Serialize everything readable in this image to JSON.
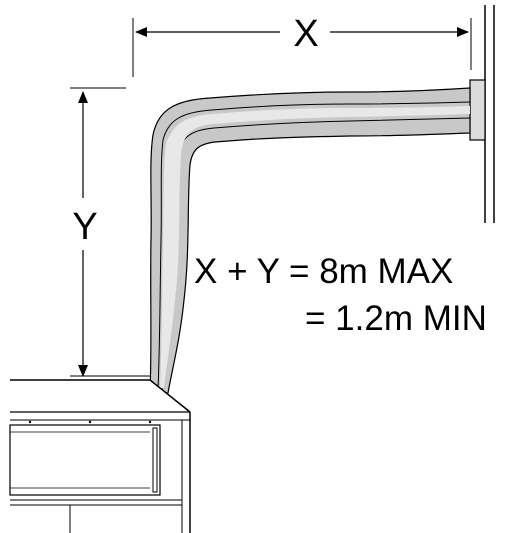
{
  "labels": {
    "x": "X",
    "y": "Y",
    "formula_max": "X + Y = 8m MAX",
    "formula_min": "= 1.2m MIN"
  },
  "colors": {
    "pipe_fill": "#c8c8c8",
    "pipe_band": "#e8e8e8",
    "outlet": "#dcdcdc",
    "line": "#000000"
  }
}
